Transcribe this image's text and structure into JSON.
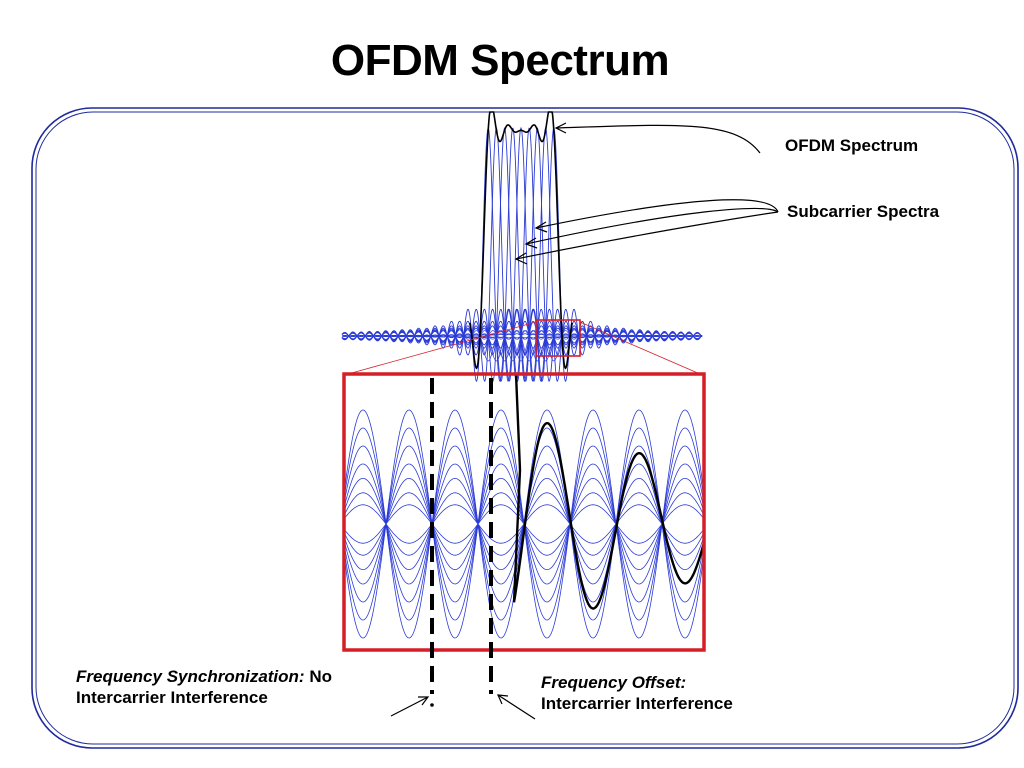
{
  "title": "OFDM Spectrum",
  "labels": {
    "ofdm_spectrum": "OFDM Spectrum",
    "subcarrier_spectra": "Subcarrier Spectra",
    "freq_sync_italic": "Frequency Synchronization:",
    "freq_sync_rest": " No",
    "freq_sync_line2": "Intercarrier Interference",
    "freq_offset_italic": "Frequency Offset:",
    "freq_offset_line2": "Intercarrier Interference"
  },
  "colors": {
    "subcarrier": "#2b3bd6",
    "envelope": "#000000",
    "zoom_box": "#d41f26",
    "frame": "#1f2a9c"
  }
}
